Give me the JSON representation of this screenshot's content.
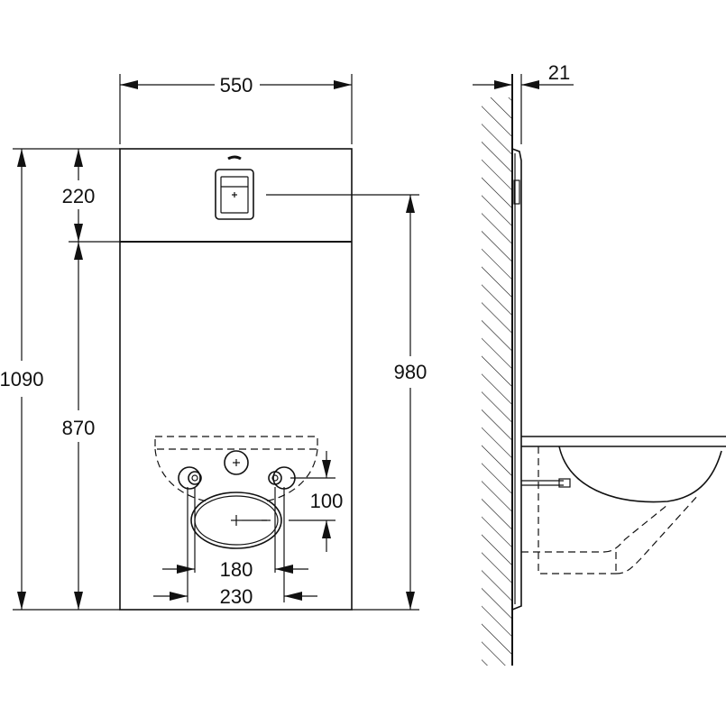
{
  "dimensions": {
    "width": "550",
    "wall_depth": "21",
    "height_top": "220",
    "height_total": "1090",
    "height_lower": "870",
    "height_right": "980",
    "offset_vertical": "100",
    "spacing_inner": "180",
    "spacing_outer": "230"
  }
}
